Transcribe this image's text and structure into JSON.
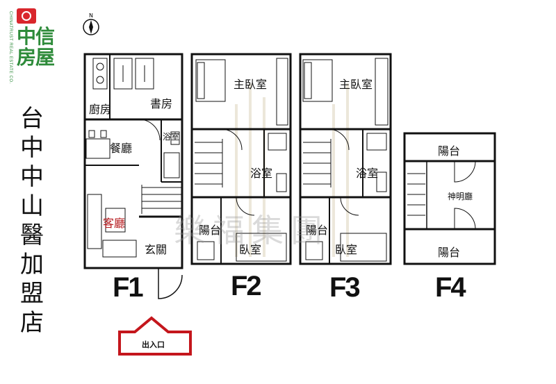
{
  "brand": {
    "name": "中信房屋",
    "subtitle": "CHINATRUST REAL ESTATE CO.",
    "color": "#2e8b3a",
    "accent": "#d9262c"
  },
  "store_name": [
    "台",
    "中",
    "中",
    "山",
    "醫",
    "加",
    "盟",
    "店"
  ],
  "compass": "N",
  "watermark": "樂福集團",
  "entrance": "出入口",
  "floors": {
    "f1": {
      "label": "F1",
      "rooms": {
        "kitchen": "廚房",
        "study": "書房",
        "dining": "餐廳",
        "bath": "浴室",
        "living": "客廳",
        "foyer": "玄關"
      }
    },
    "f2": {
      "label": "F2",
      "rooms": {
        "master": "主臥室",
        "bath": "浴室",
        "balcony": "陽台",
        "bedroom": "臥室"
      }
    },
    "f3": {
      "label": "F3",
      "rooms": {
        "master": "主臥室",
        "bath": "浴室",
        "balcony": "陽台",
        "bedroom": "臥室"
      }
    },
    "f4": {
      "label": "F4",
      "rooms": {
        "balcony_top": "陽台",
        "shrine": "神明廳",
        "balcony_bottom": "陽台"
      }
    }
  }
}
